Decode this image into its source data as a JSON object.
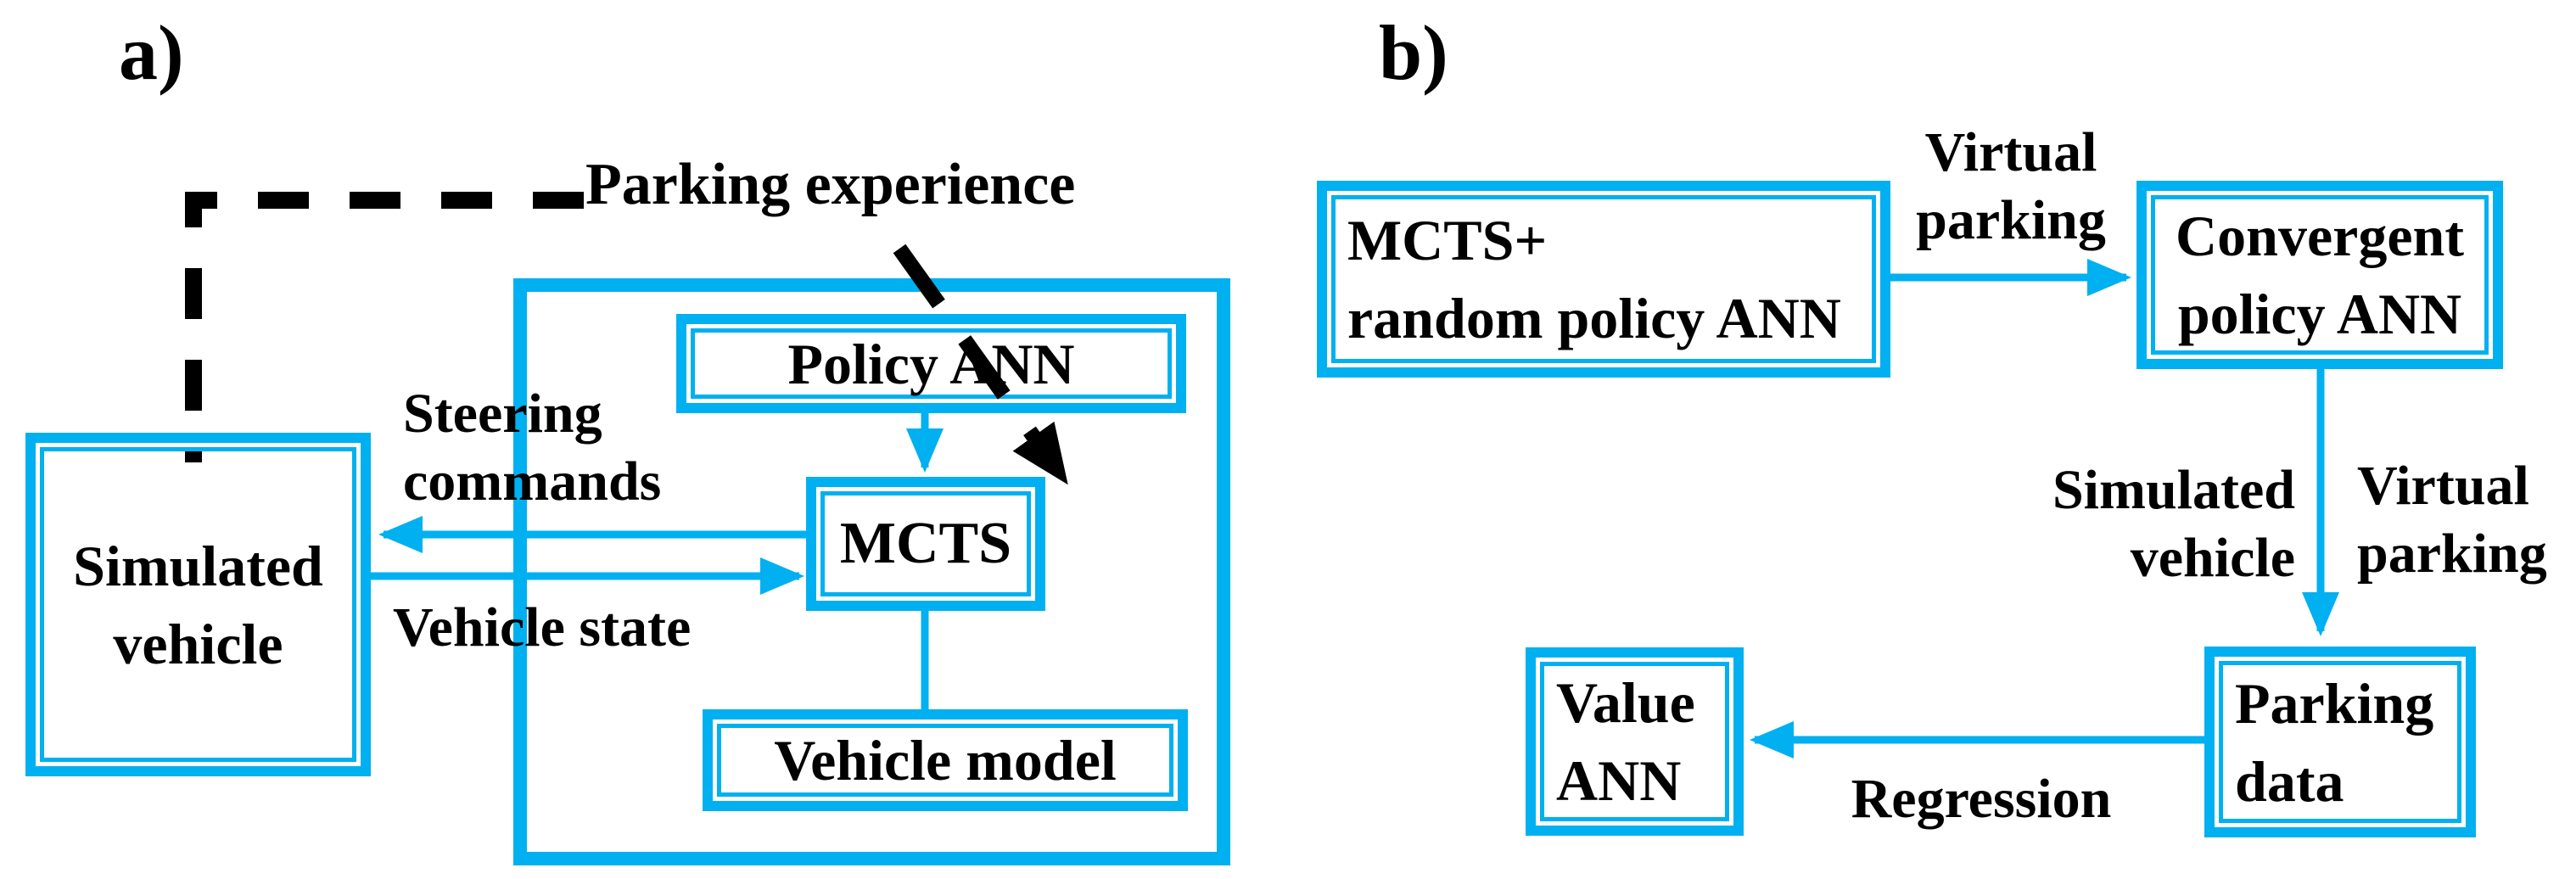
{
  "figure": {
    "background_color": "#ffffff",
    "accent_color": "#00B0F0",
    "dash_color": "#000000"
  },
  "panel_a": {
    "label": "a)",
    "boxes": {
      "simulated_vehicle": [
        "Simulated",
        "vehicle"
      ],
      "policy_ann": "Policy ANN",
      "mcts": "MCTS",
      "vehicle_model": "Vehicle model"
    },
    "labels": {
      "parking_experience": "Parking experience",
      "steering_commands": [
        "Steering",
        "commands"
      ],
      "vehicle_state": "Vehicle state"
    }
  },
  "panel_b": {
    "label": "b)",
    "boxes": {
      "mcts_random_policy_ann": [
        "MCTS+",
        "random policy ANN"
      ],
      "convergent_policy_ann": [
        "Convergent",
        "policy ANN"
      ],
      "value_ann": [
        "Value",
        "ANN"
      ],
      "parking_data": [
        "Parking",
        "data"
      ]
    },
    "labels": {
      "virtual_parking_top": [
        "Virtual",
        "parking"
      ],
      "simulated_vehicle": [
        "Simulated",
        "vehicle"
      ],
      "virtual_parking_side": [
        "Virtual",
        "parking"
      ],
      "regression": "Regression"
    }
  }
}
